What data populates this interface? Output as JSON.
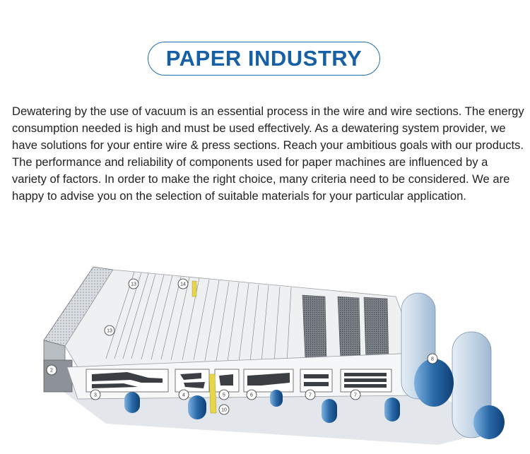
{
  "header": {
    "title": "PAPER INDUSTRY"
  },
  "intro": {
    "paragraph_1": "Dewatering by the use of vacuum is an essential process in the wire and wire sections. The energy consumption needed is high and must be used effectively. As a dewatering system provider, we have solutions for your entire wire & press sections. Reach your ambitious goals with our products.",
    "paragraph_2": "The performance and reliability of components used for paper machines are influenced by a variety of factors. In order to make the right choice, many criteria need to be considered. We are happy to advise you on the selection of suitable materials for your particular application."
  },
  "diagram": {
    "callouts": [
      "13",
      "14",
      "13",
      "2",
      "3",
      "4",
      "5",
      "10",
      "6",
      "7",
      "7",
      "8"
    ],
    "colors": {
      "roll_blue": "#1f5f9e",
      "wire_gray": "#c9cdd2",
      "accent_yellow": "#e8d64a"
    }
  }
}
